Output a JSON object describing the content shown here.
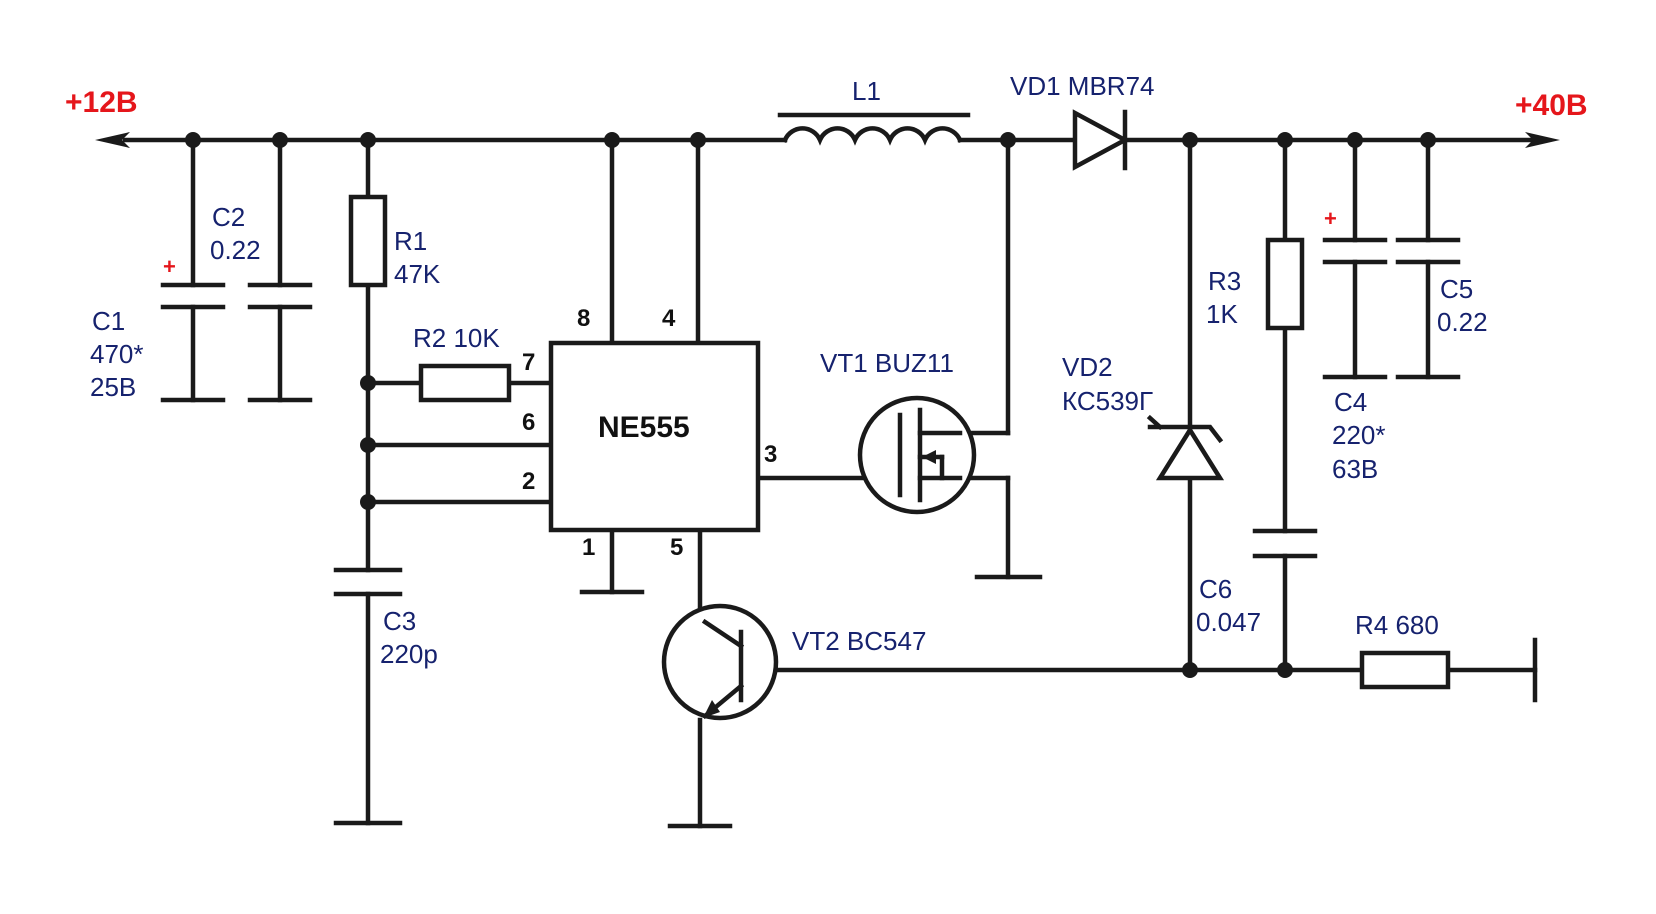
{
  "rails": {
    "input": "+12В",
    "output": "+40В"
  },
  "polarity_mark": "+",
  "colors": {
    "rail_label": "#e5161b",
    "component_label": "#16226e",
    "wire": "#1a1a1a"
  },
  "ic": {
    "name": "NE555",
    "pins": {
      "p1": "1",
      "p2": "2",
      "p3": "3",
      "p4": "4",
      "p5": "5",
      "p6": "6",
      "p7": "7",
      "p8": "8"
    }
  },
  "components": {
    "c1": {
      "ref": "C1",
      "value": "470*",
      "voltage": "25В"
    },
    "c2": {
      "ref": "C2",
      "value": "0.22"
    },
    "r1": {
      "ref": "R1",
      "value": "47K"
    },
    "r2": {
      "label": "R2 10K"
    },
    "c3": {
      "ref": "C3",
      "value": "220p"
    },
    "l1": {
      "ref": "L1"
    },
    "vd1": {
      "label": "VD1 MBR74"
    },
    "vt1": {
      "label": "VT1 BUZ11"
    },
    "vt2": {
      "label": "VT2 BC547"
    },
    "vd2": {
      "ref": "VD2",
      "value": "КС539Г"
    },
    "r3": {
      "ref": "R3",
      "value": "1K"
    },
    "c4": {
      "ref": "C4",
      "value": "220*",
      "voltage": "63В"
    },
    "c5": {
      "ref": "C5",
      "value": "0.22"
    },
    "c6": {
      "ref": "C6",
      "value": "0.047"
    },
    "r4": {
      "label": "R4 680"
    }
  }
}
